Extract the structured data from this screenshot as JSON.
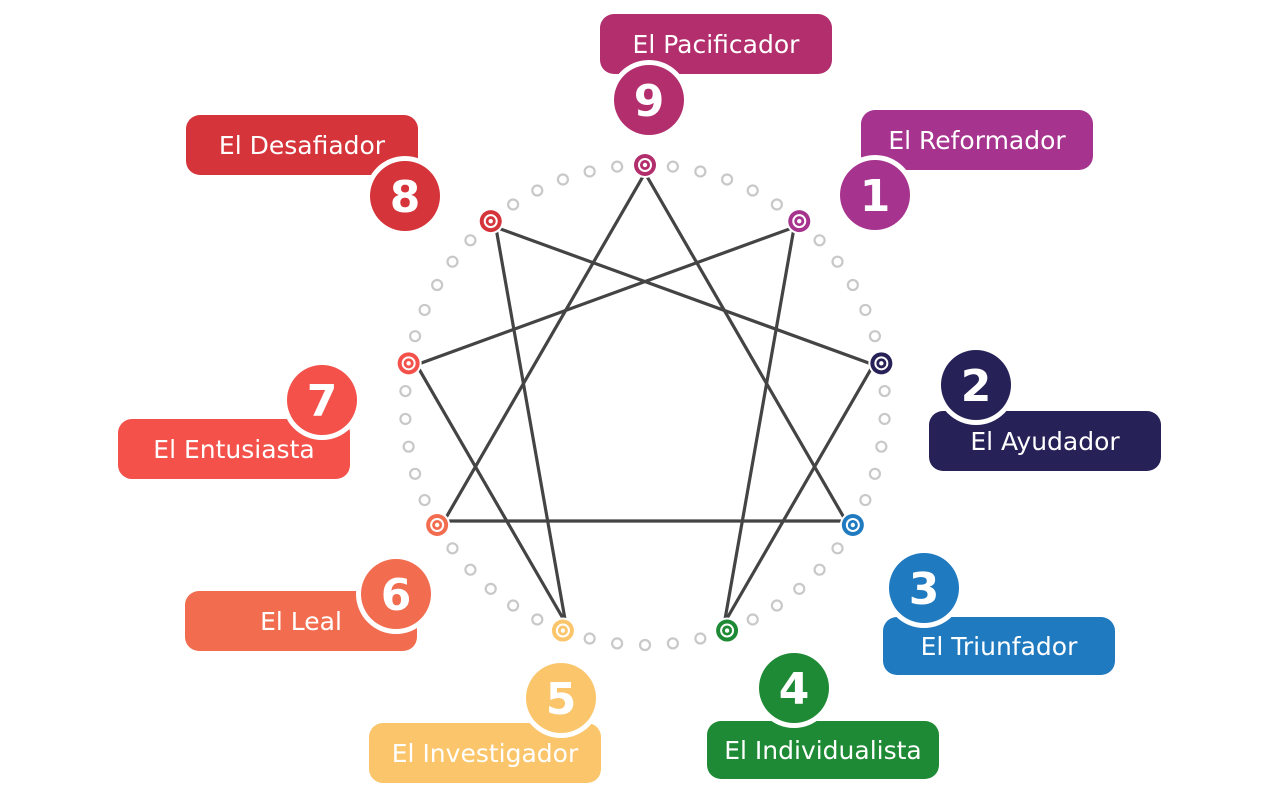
{
  "types": [
    {
      "number": "1",
      "name": "El Reformador",
      "color": "#a6348f"
    },
    {
      "number": "2",
      "name": "El Ayudador",
      "color": "#262157"
    },
    {
      "number": "3",
      "name": "El Triunfador",
      "color": "#1f7ac0"
    },
    {
      "number": "4",
      "name": "El Individualista",
      "color": "#1e8a35"
    },
    {
      "number": "5",
      "name": "El Investigador",
      "color": "#fbc56b"
    },
    {
      "number": "6",
      "name": "El Leal",
      "color": "#f26d4f"
    },
    {
      "number": "7",
      "name": "El Entusiasta",
      "color": "#f4514b"
    },
    {
      "number": "8",
      "name": "El Desafiador",
      "color": "#d5343a"
    },
    {
      "number": "9",
      "name": "El Pacificador",
      "color": "#b32e6c"
    }
  ],
  "connections": {
    "inner_triangle": [
      "9",
      "3",
      "6"
    ],
    "hexad": [
      "1",
      "4",
      "2",
      "8",
      "5",
      "7"
    ]
  },
  "colors": {
    "lines": "#444444",
    "ring_dots": "#c8c8c8"
  }
}
